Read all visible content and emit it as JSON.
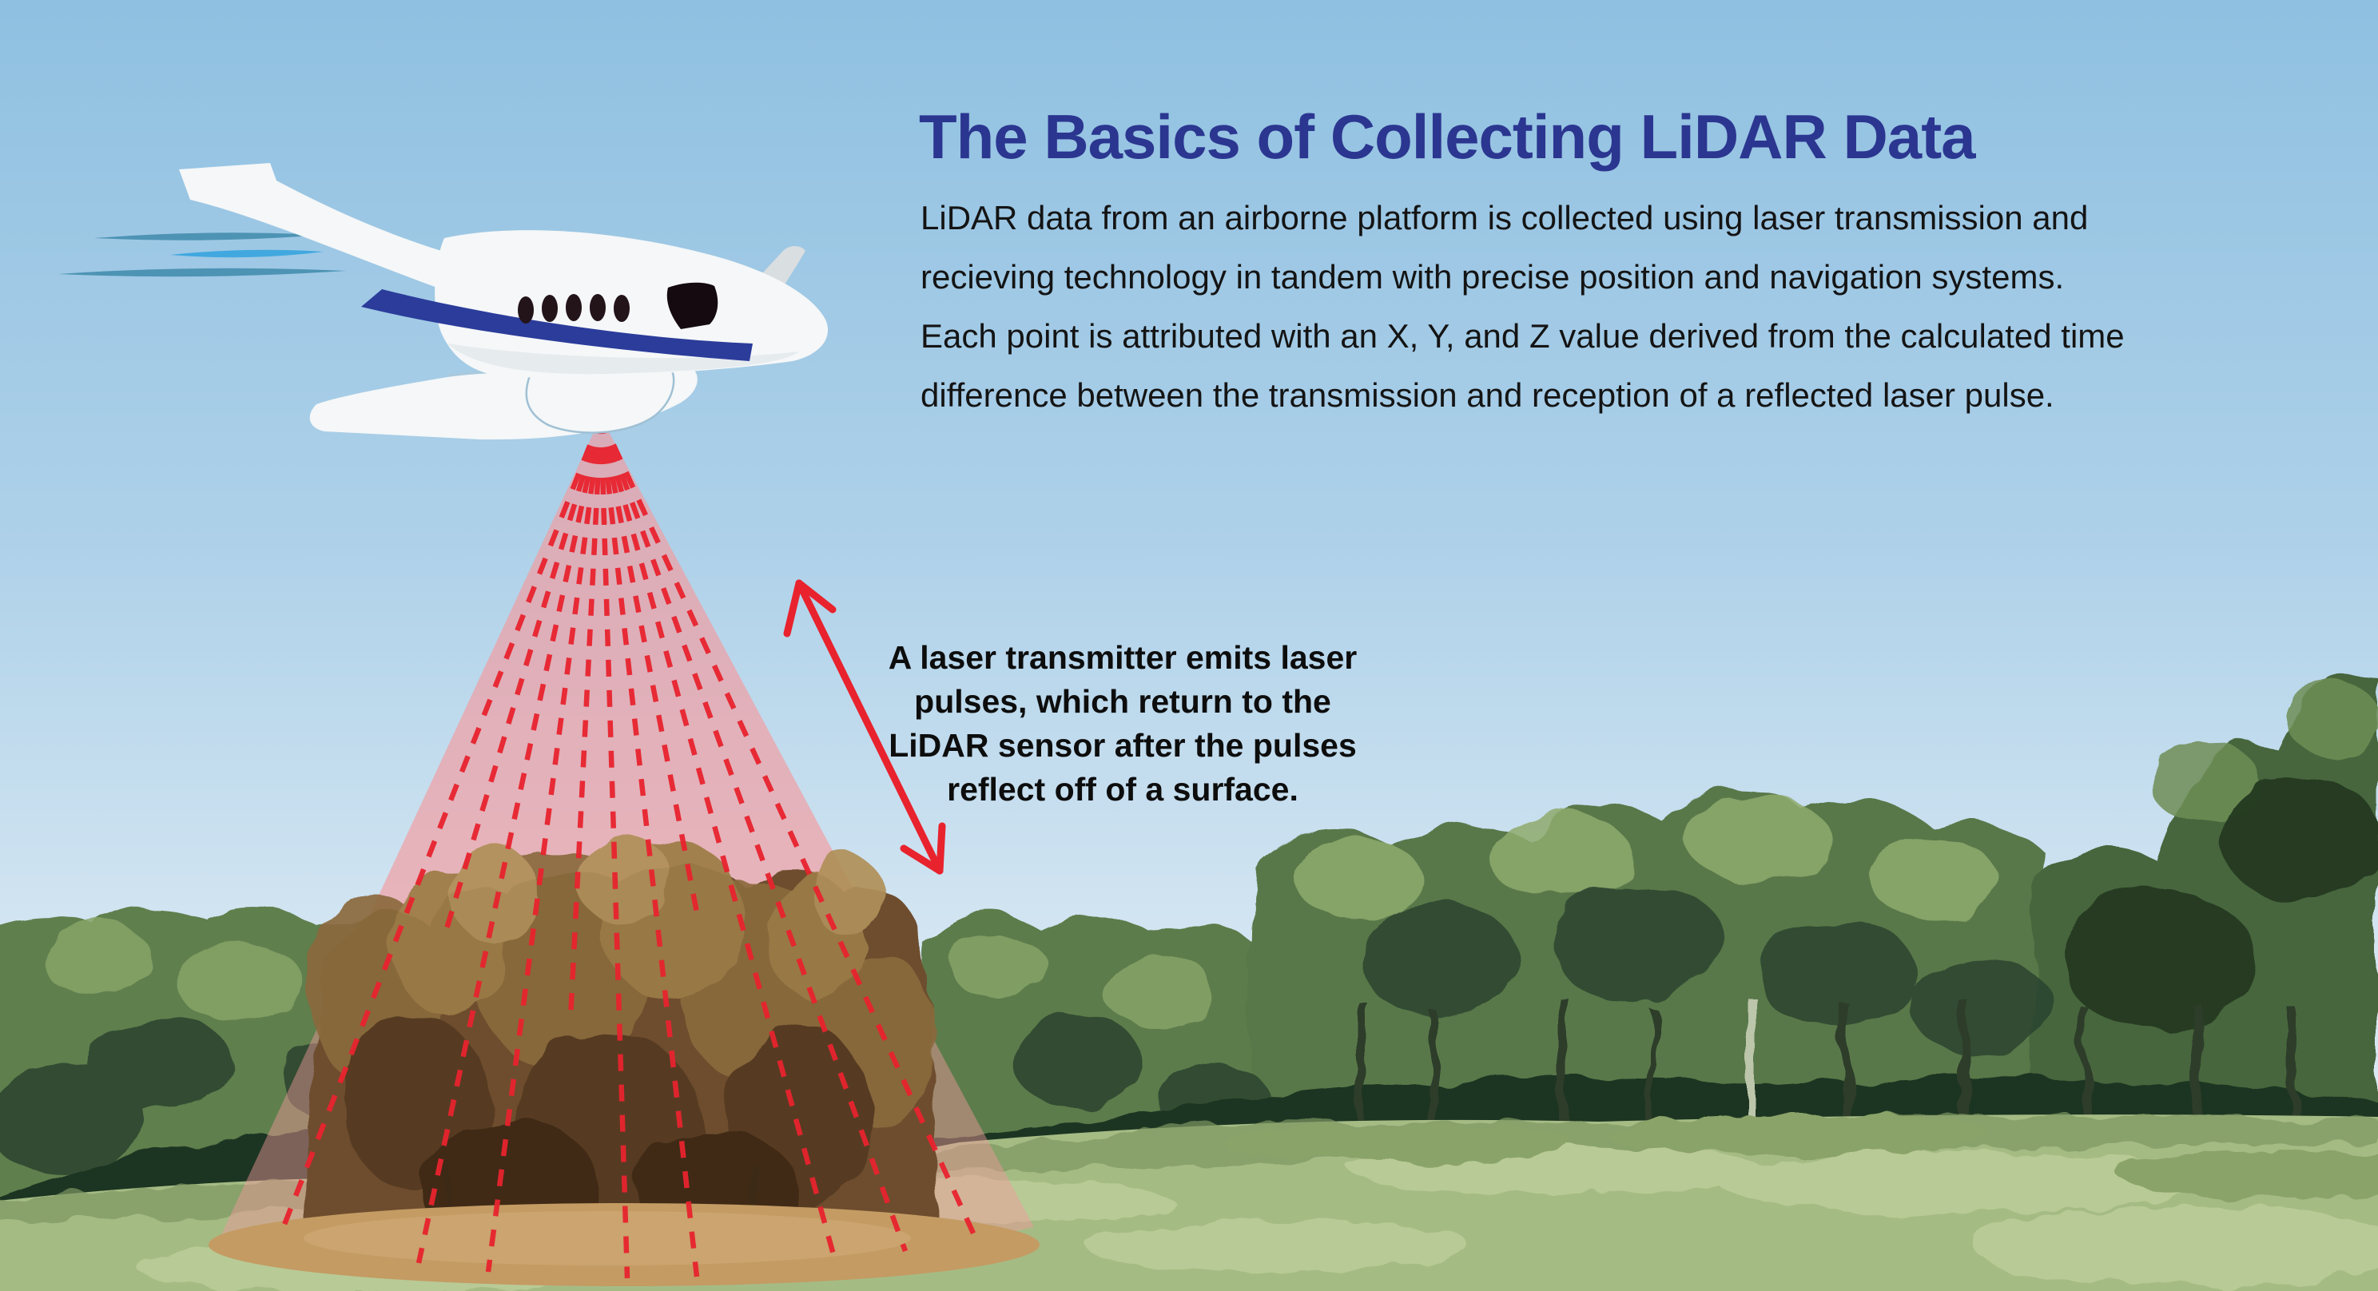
{
  "header": {
    "title": "The Basics of Collecting LiDAR Data"
  },
  "intro": {
    "lines": [
      "LiDAR data from an airborne platform is collected using laser transmission and",
      "recieving technology in tandem with precise position and navigation systems.",
      "Each point is attributed with an X, Y, and Z value derived from the calculated time",
      "difference between the transmission and reception of a reflected laser pulse."
    ]
  },
  "annotation": {
    "lines": [
      "A laser transmitter emits laser",
      "pulses, which return to the",
      "LiDAR sensor after the pulses",
      "reflect off of a surface."
    ]
  },
  "colors": {
    "title_navy": "#2B3690",
    "body_text": "#141414",
    "laser_red": "#E8232E",
    "fan_pink": "#F59A9E",
    "sky_top": "#8FC0E1",
    "sky_horizon": "#E2EEF6",
    "plane_body": "#F5F7F8",
    "plane_stripe": "#2B3C9B",
    "scanned_trees_brown": "#6E4E2E",
    "trees_green": "#587849",
    "grass_green": "#A5BB84",
    "scan_footprint_tan": "#C49B63"
  }
}
